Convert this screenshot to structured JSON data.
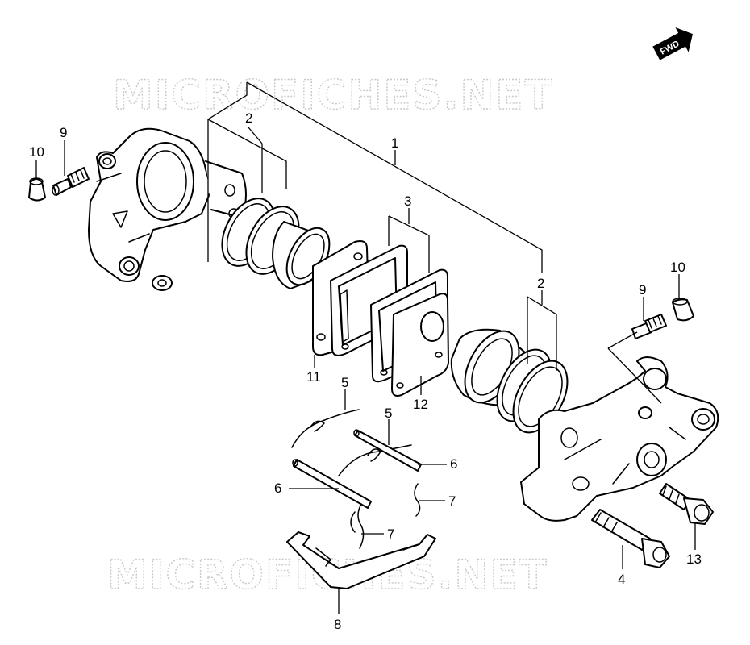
{
  "watermark": {
    "text": "MICROFICHES.NET"
  },
  "direction_badge": {
    "label": "FWD"
  },
  "callouts": {
    "c1": "1",
    "c2a": "2",
    "c2b": "2",
    "c3": "3",
    "c4": "4",
    "c5a": "5",
    "c5b": "5",
    "c6a": "6",
    "c6b": "6",
    "c7a": "7",
    "c7b": "7",
    "c8": "8",
    "c9a": "9",
    "c9b": "9",
    "c10a": "10",
    "c10b": "10",
    "c11": "11",
    "c12": "12",
    "c13": "13"
  },
  "colors": {
    "line": "#000000",
    "background": "#ffffff",
    "watermark": "#c8c8c8"
  }
}
